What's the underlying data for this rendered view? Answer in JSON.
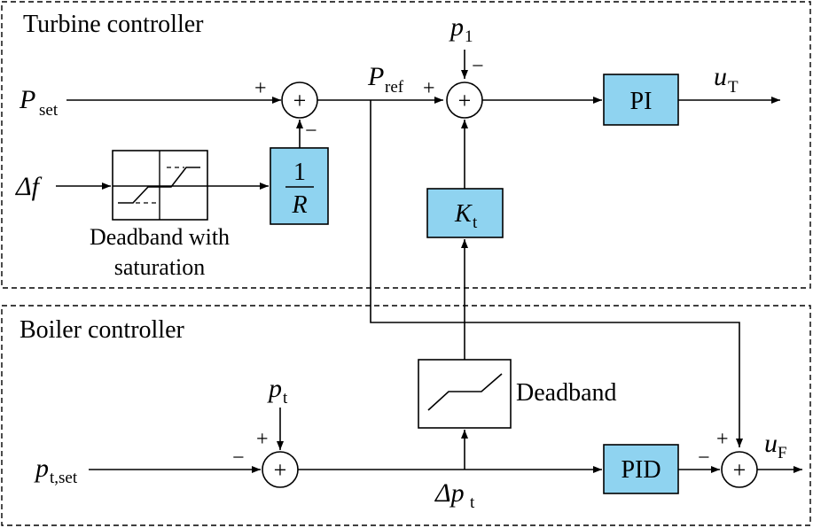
{
  "sections": {
    "turbine_title": "Turbine controller",
    "boiler_title": "Boiler controller"
  },
  "inputs": {
    "p_set": "P",
    "p_set_sub": "set",
    "delta_f": "Δf",
    "p1": "p",
    "p1_sub": "1",
    "pt": "p",
    "pt_sub": "t",
    "pt_set": "p",
    "pt_set_sub": "t,set"
  },
  "signals": {
    "p_ref": "P",
    "p_ref_sub": "ref",
    "delta_pt": "Δp",
    "delta_pt_sub": "t"
  },
  "outputs": {
    "u_t": "u",
    "u_t_sub": "T",
    "u_f": "u",
    "u_f_sub": "F"
  },
  "blocks": {
    "pi": "PI",
    "pid": "PID",
    "kt": "K",
    "kt_sub": "t",
    "droop_num": "1",
    "droop_den": "R",
    "deadband_sat_line1": "Deadband with",
    "deadband_sat_line2": "saturation",
    "deadband": "Deadband"
  },
  "signs": {
    "plus": "+",
    "minus": "−"
  },
  "colors": {
    "block_fill": "#8fd3f0"
  }
}
